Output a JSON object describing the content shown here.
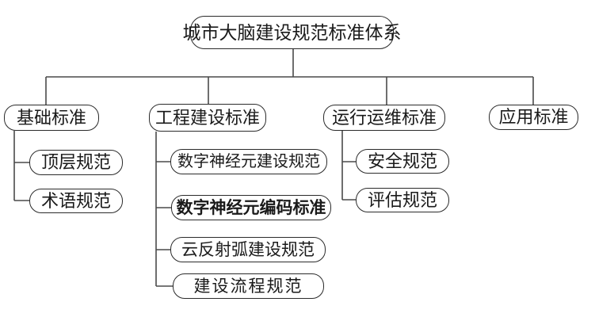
{
  "diagram": {
    "root": {
      "label": "城市大脑建设规范标准体系"
    },
    "branches": [
      {
        "label": "基础标准",
        "children": [
          {
            "label": "顶层规范"
          },
          {
            "label": "术语规范"
          }
        ]
      },
      {
        "label": "工程建设标准",
        "children": [
          {
            "label": "数字神经元建设规范"
          },
          {
            "label": "数字神经元编码标准",
            "emphasis": true
          },
          {
            "label": "云反射弧建设规范"
          },
          {
            "label": "建设流程规范"
          }
        ]
      },
      {
        "label": "运行运维标准",
        "children": [
          {
            "label": "安全规范"
          },
          {
            "label": "评估规范"
          }
        ]
      },
      {
        "label": "应用标准",
        "children": []
      }
    ],
    "colors": {
      "background": "#ffffff",
      "box_border": "#2b2b2b",
      "connector_line": "#4a4a4a",
      "text": "#1a1a1a"
    }
  }
}
